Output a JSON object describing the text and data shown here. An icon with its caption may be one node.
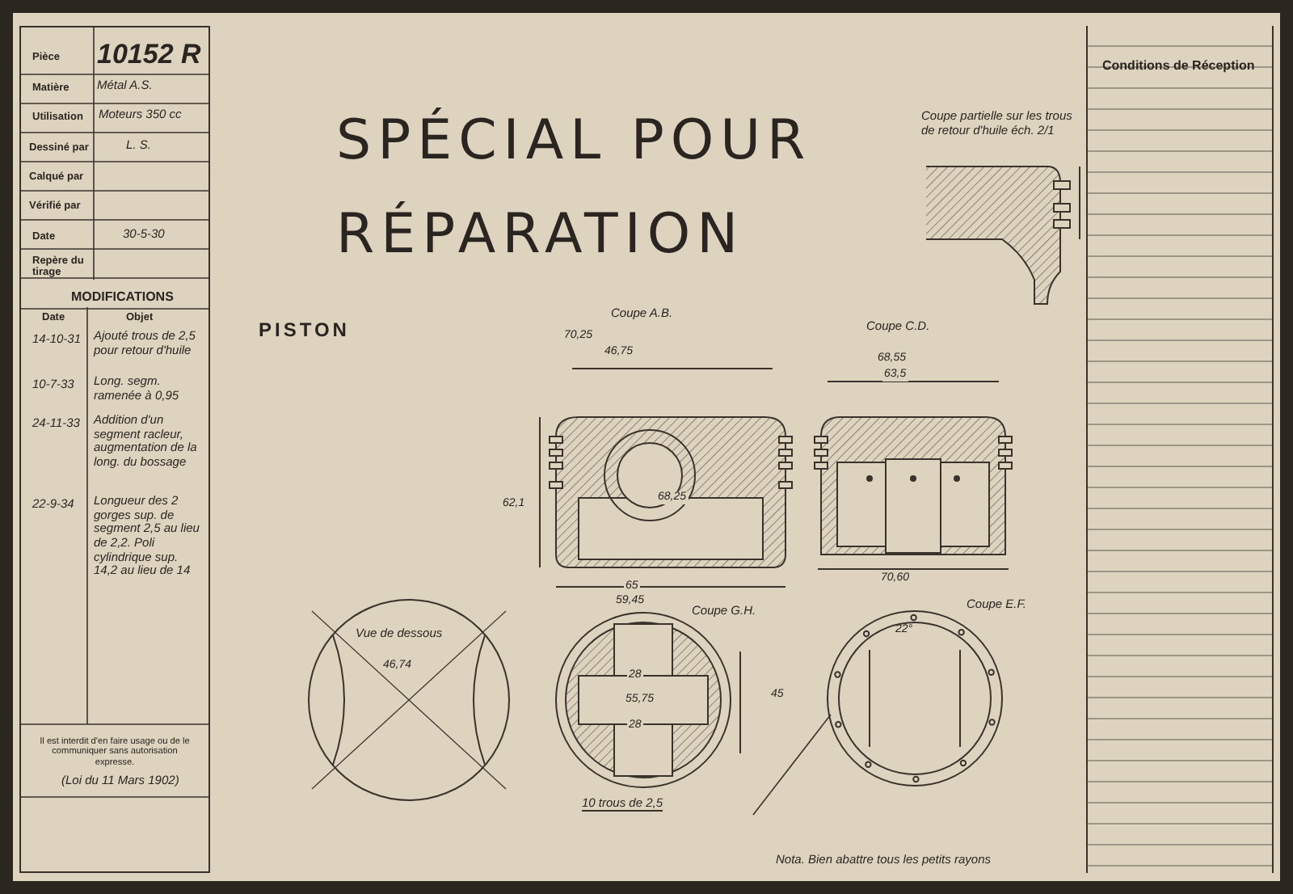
{
  "diagram": {
    "title": "SPÉCIAL POUR RÉPARATION",
    "nodes": [
      {
        "text": [
          "10 trous de 2,5"
        ]
      },
      {
        "text": [],
        "shape": "picture"
      }
    ],
    "edges": [
      {
        "from": 0,
        "to": 1,
        "arrow": "none"
      }
    ],
    "labels": [
      "Pièce",
      "10152 R",
      "Matière",
      "Métal A.S.",
      "Utilisation",
      "Moteurs 350 cc",
      "Dessiné par",
      "L. S.",
      "Calqué par",
      "Vérifié par",
      "Date",
      "30-5-30",
      "Repère du tirage",
      "MODIFICATIONS",
      "Date",
      "Objet",
      "14-10-31",
      "Ajouté trous de 2,5 pour retour d'huile",
      "10-7-33",
      "Long. segm. ramenée à 0,95",
      "24-11-33",
      "Addition d'un segment racleur, augmentation de la long. du bossage",
      "22-9-34",
      "Longueur des 2 gorges sup. de segment 2,5 au lieu de 2,2. Poli cylindrique sup. 14,2 au lieu de 14",
      "Il est interdit d'en faire usage ou de le communiquer sans autorisation expresse.",
      "(Loi du 11 Mars 1902)",
      "Conditions de Réception",
      "PISTON",
      "Coupe partielle sur les trous de retour d'huile éch. 2/1",
      "Coupe A.B.",
      "Coupe C.D.",
      "Vue de dessous",
      "Coupe G.H.",
      "Coupe E.F.",
      "Nota. Bien abattre tous les petits rayons",
      "70,25",
      "46,75",
      "62,1",
      "65",
      "59,45",
      "68,25",
      "68,55",
      "63,5",
      "70,60",
      "46,74",
      "28",
      "55,75",
      "28",
      "45",
      "22°"
    ]
  }
}
